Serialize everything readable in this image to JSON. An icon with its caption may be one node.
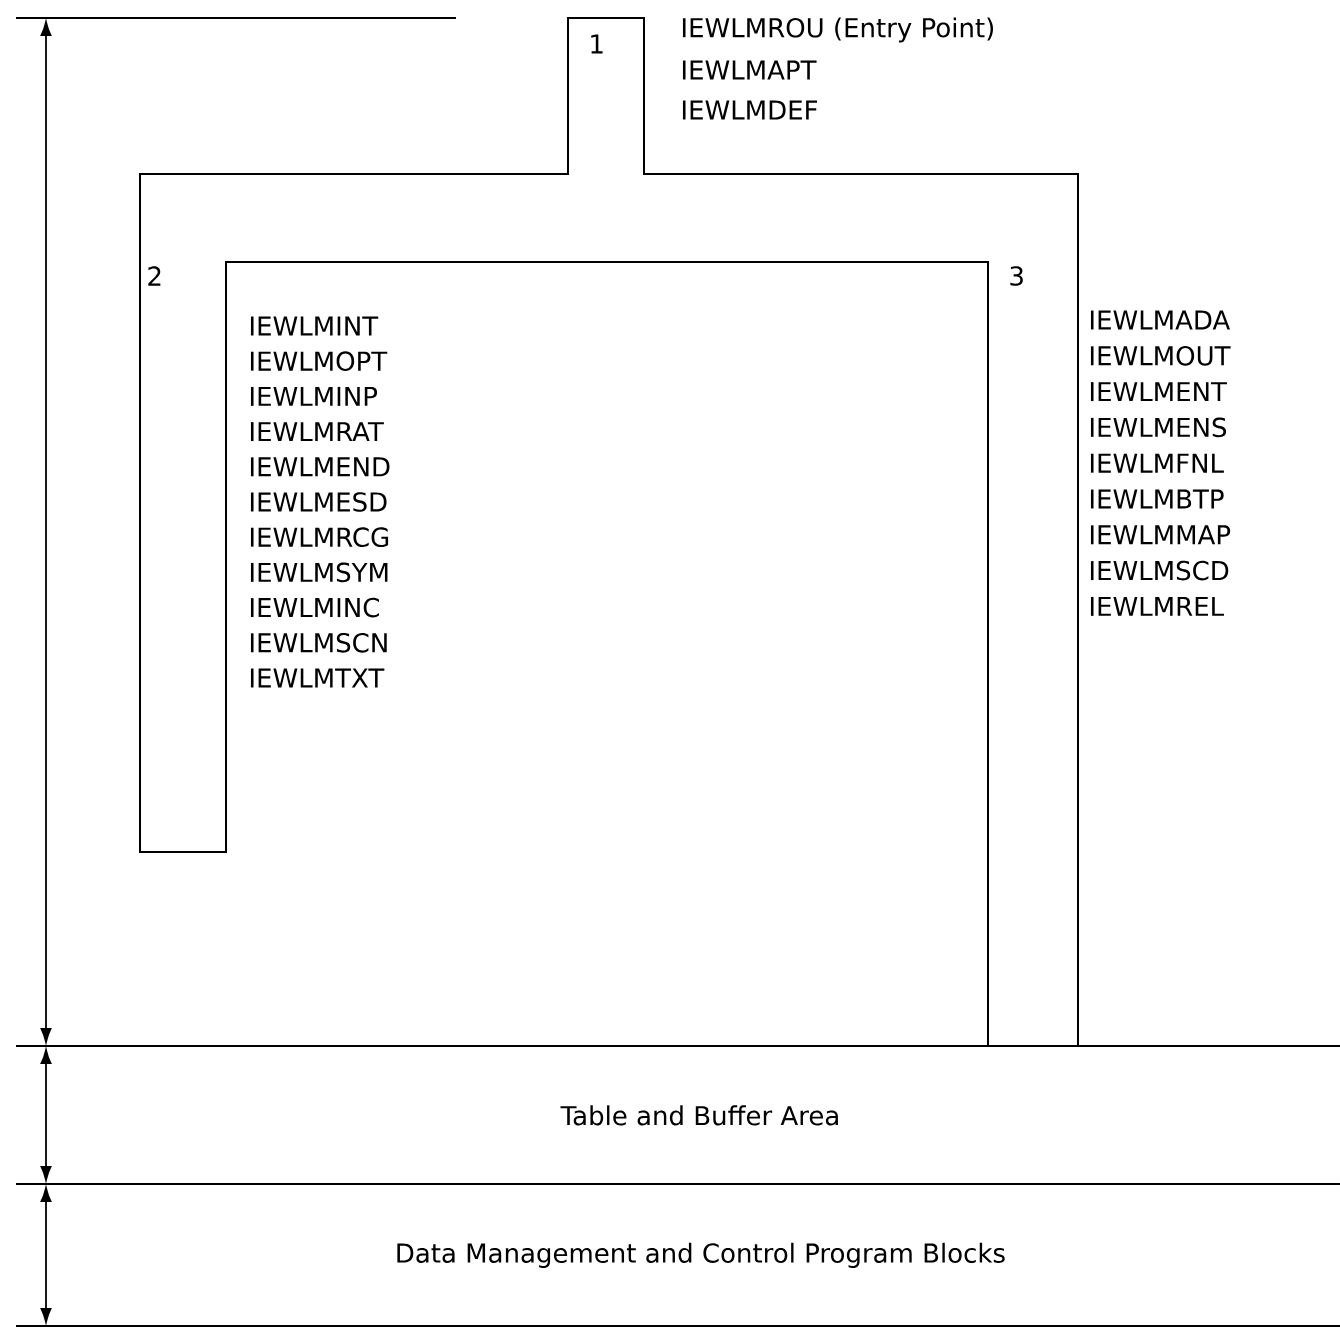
{
  "diagram": {
    "nodes": [
      {
        "text": [
          "Table and Buffer Area"
        ]
      },
      {
        "text": [
          "Data Management and Control Program Blocks"
        ]
      }
    ],
    "labels": [
      "1",
      "IEWLMROU (Entry Point)",
      "IEWLMAPT",
      "IEWLMDEF",
      "2",
      "3",
      "IEWLMINT",
      "IEWLMOPT",
      "IEWLMINP",
      "IEWLMRAT",
      "IEWLMEND",
      "IEWLMESD",
      "IEWLMRCG",
      "IEWLMSYM",
      "IEWLMINC",
      "IEWLMSCN",
      "IEWLMTXT",
      "IEWLMADA",
      "IEWLMOUT",
      "IEWLMENT",
      "IEWLMENS",
      "IEWLMFNL",
      "IEWLMBTP",
      "IEWLMMAP",
      "IEWLMSCD",
      "IEWLMREL"
    ]
  }
}
